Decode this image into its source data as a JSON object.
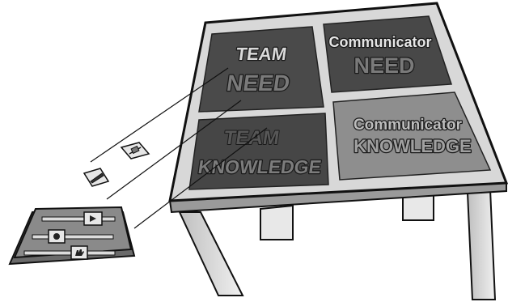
{
  "quadrants": {
    "team_need": {
      "line1": "TEAM",
      "line2": "NEED"
    },
    "communicator_need": {
      "line1": "Communicator",
      "line2": "NEED"
    },
    "team_knowledge": {
      "line1": "TEAM",
      "line2": "KNOWLEDGE"
    },
    "communicator_knowledge": {
      "line1": "Communicator",
      "line2": "KNOWLEDGE"
    }
  },
  "colors": {
    "table_top_frame": "#d8d8d8",
    "quad_dark": "#4a4a4a",
    "quad_light": "#8e8e8e",
    "outline": "#111111"
  },
  "icons": [
    "pencil-icon",
    "eraser-icon",
    "play-icon",
    "record-icon",
    "hand-icon"
  ]
}
